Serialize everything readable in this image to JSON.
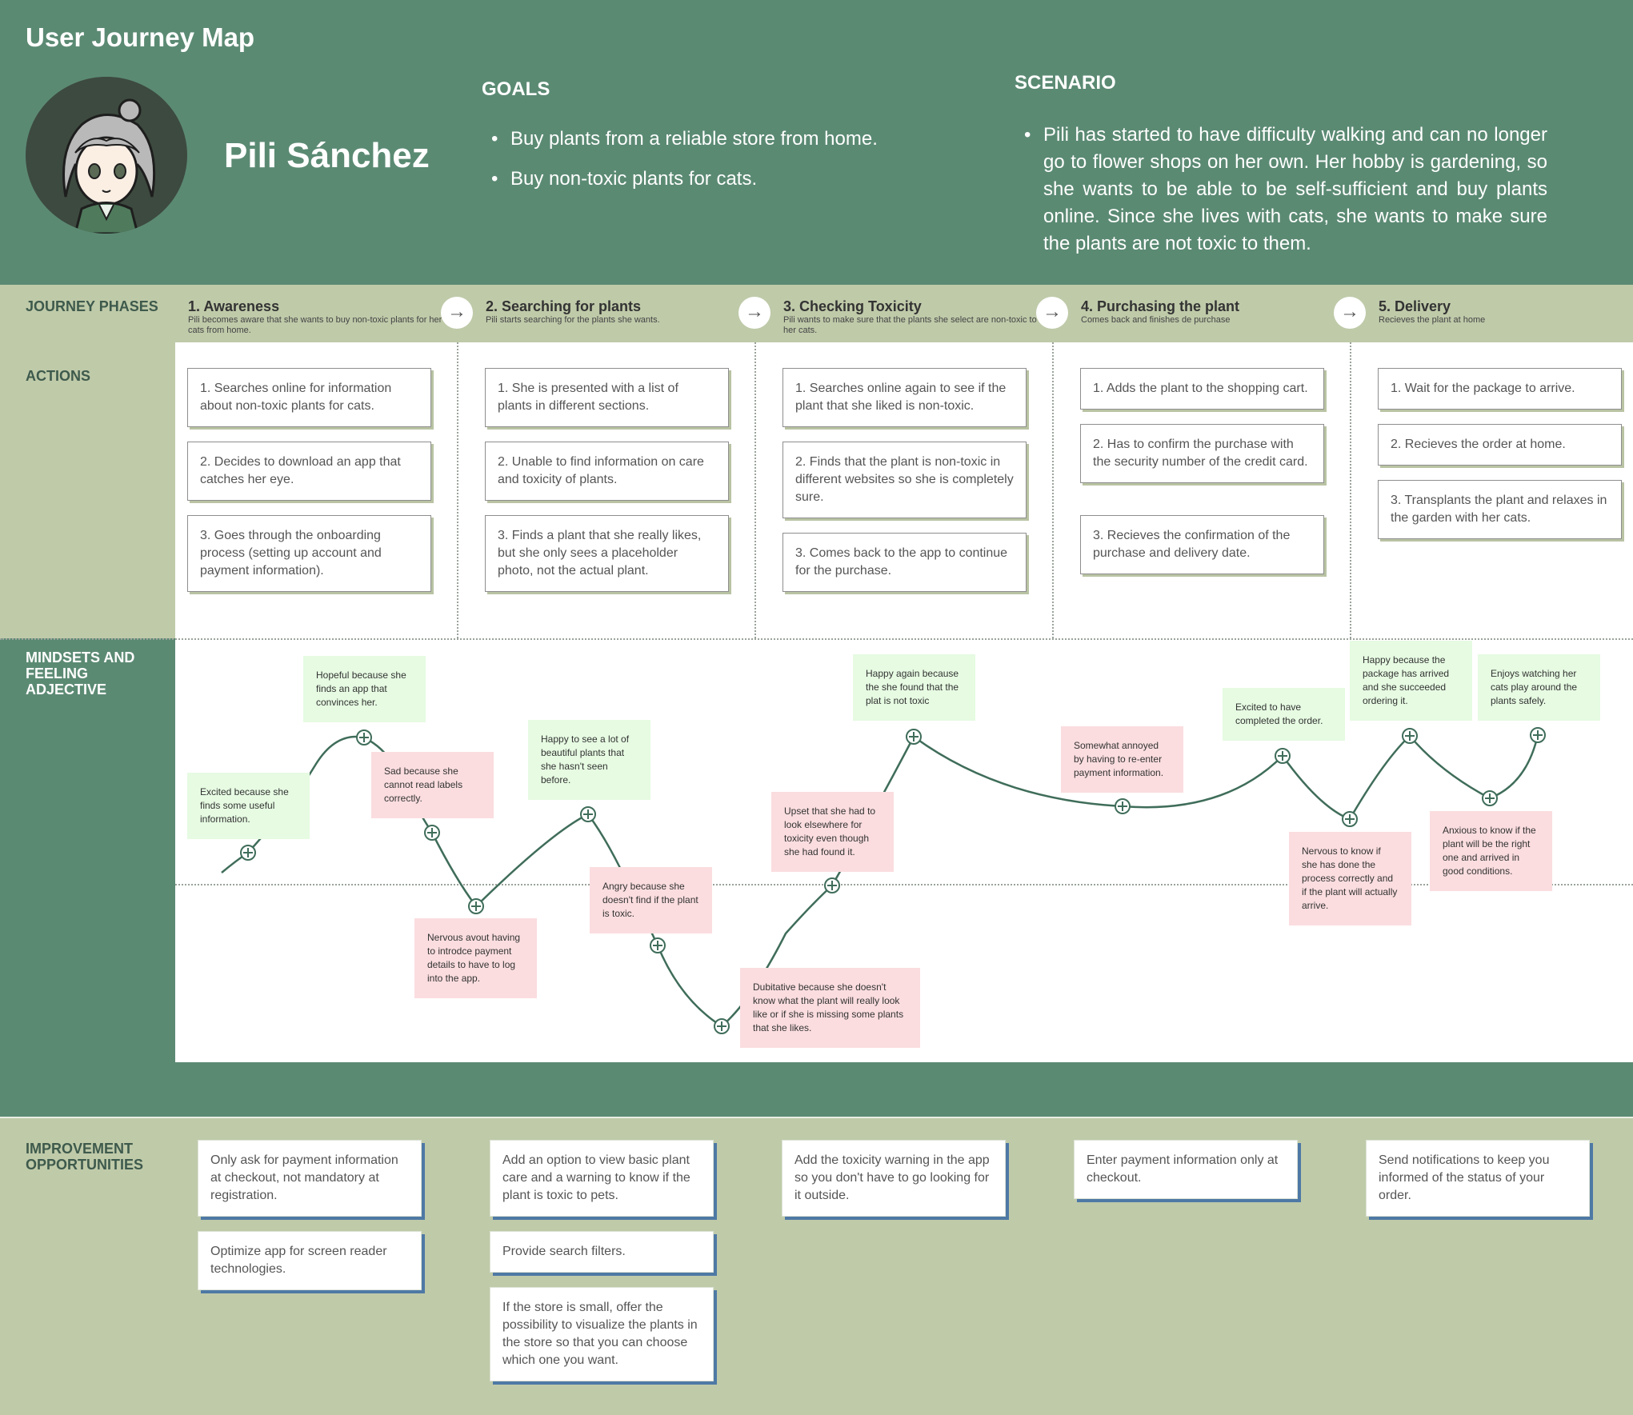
{
  "header": {
    "title": "User Journey Map",
    "persona_name": "Pili Sánchez",
    "goals_title": "GOALS",
    "goals": [
      "Buy plants from a reliable store from home.",
      "Buy non-toxic plants for cats."
    ],
    "scenario_title": "SCENARIO",
    "scenario": "Pili has started to have difficulty walking and can no longer go to flower shops on her own. Her hobby is gardening, so she wants to be able to be self-sufficient and buy plants online. Since she lives with cats, she wants to make sure the plants are not toxic to them."
  },
  "rows": {
    "phases": "JOURNEY PHASES",
    "actions": "ACTIONS",
    "mindsets": "MINDSETS AND FEELING ADJECTIVE",
    "improvements": "IMPROVEMENT OPPORTUNITIES"
  },
  "phases": [
    {
      "title": "1. Awareness",
      "desc": "Pili becomes aware that she wants to buy non-toxic plants for her cats from home."
    },
    {
      "title": "2. Searching for plants",
      "desc": "Pili starts searching for the plants she wants."
    },
    {
      "title": "3. Checking Toxicity",
      "desc": "Pili wants to make sure that the plants she select are non-toxic to her cats."
    },
    {
      "title": "4. Purchasing the plant",
      "desc": "Comes back and finishes de purchase"
    },
    {
      "title": "5. Delivery",
      "desc": "Recieves the plant at home"
    }
  ],
  "actions": [
    [
      "1.  Searches online for information about non-toxic plants for cats.",
      "2.  Decides to download an app that catches her eye.",
      "3. Goes through the onboarding process (setting up account and payment information)."
    ],
    [
      "1. She is presented with a list of plants in different sections.",
      "2. Unable to find information on care and toxicity of plants.",
      "3.  Finds a plant that she really likes, but she only sees a placeholder photo, not the actual plant."
    ],
    [
      "1. Searches online again to see if the plant that she liked is non-toxic.",
      "2. Finds that the plant is non-toxic in different websites so she is completely sure.",
      "3. Comes back to the app to continue for the purchase."
    ],
    [
      "1. Adds the plant to the shopping cart.",
      "2. Has to confirm the purchase with the security number of the credit card.",
      "3. Recieves the confirmation of the purchase and delivery date."
    ],
    [
      "1. Wait for the package to arrive.",
      "2. Recieves the order at home.",
      "3. Transplants the plant and relaxes in the garden with her cats."
    ]
  ],
  "feelings": [
    {
      "text": "Excited because she finds some useful information.",
      "sentiment": "positive"
    },
    {
      "text": "Hopeful because she finds an app that convinces her.",
      "sentiment": "positive"
    },
    {
      "text": "Sad because she cannot read labels correctly.",
      "sentiment": "negative"
    },
    {
      "text": "Nervous avout having to introdce payment details to have to log into the app.",
      "sentiment": "negative"
    },
    {
      "text": "Happy to see a lot of beautiful plants that she hasn't seen before.",
      "sentiment": "positive"
    },
    {
      "text": "Angry because she doesn't find if the plant is toxic.",
      "sentiment": "negative"
    },
    {
      "text": "Dubitative because she doesn't know what the plant will really look like or if she is missing some plants that she likes.",
      "sentiment": "negative"
    },
    {
      "text": "Upset that she had to look elsewhere for toxicity even though she had found it.",
      "sentiment": "negative"
    },
    {
      "text": "Happy again because the she found that the plat is not toxic",
      "sentiment": "positive"
    },
    {
      "text": "Somewhat annoyed by having to re-enter payment information.",
      "sentiment": "negative"
    },
    {
      "text": "Excited to have completed the order.",
      "sentiment": "positive"
    },
    {
      "text": "Nervous to know if she has done the process correctly and if the plant will actually arrive.",
      "sentiment": "negative"
    },
    {
      "text": "Happy because the package has arrived and she succeeded ordering it.",
      "sentiment": "positive"
    },
    {
      "text": "Anxious to know if the plant will be the right one and arrived in good conditions.",
      "sentiment": "negative"
    },
    {
      "text": "Enjoys watching her cats play around the plants safely.",
      "sentiment": "positive"
    }
  ],
  "improvements": [
    [
      "Only ask for payment information at checkout, not mandatory at registration.",
      "Optimize app for screen reader technologies."
    ],
    [
      "Add an option to view basic plant care and a warning to know if the plant is toxic to pets.",
      "Provide search filters.",
      "If the store is small, offer the possibility to visualize the plants in the store so that you can choose which one you want."
    ],
    [
      "Add the toxicity warning in the app so you don't have to go looking for it outside."
    ],
    [
      "Enter payment information only at checkout."
    ],
    [
      "Send notifications to keep you informed of the status of your order."
    ]
  ],
  "colors": {
    "header_green": "#5b8a73",
    "sage": "#bfcaa9",
    "positive_note": "#e6fbe2",
    "negative_note": "#fbdddf",
    "card_shadow_blue": "#4e79a5"
  },
  "icons": {
    "phase_arrow": "arrow-right-icon",
    "curve_point": "plus-circle-icon"
  }
}
